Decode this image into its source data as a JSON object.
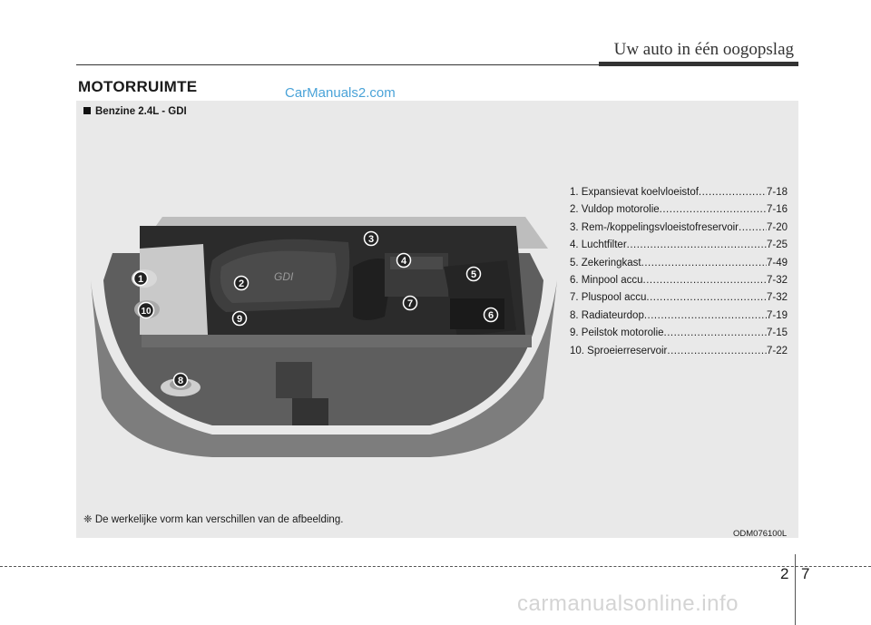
{
  "header": {
    "title": "Uw auto in één oogopslag"
  },
  "section_title": "MOTORRUIMTE",
  "watermark_top": "CarManuals2.com",
  "variant_label": "Benzine 2.4L - GDI",
  "callouts": [
    "1",
    "2",
    "3",
    "4",
    "5",
    "6",
    "7",
    "8",
    "9",
    "10"
  ],
  "legend": [
    {
      "label": "1. Expansievat koelvloeistof",
      "page": "7-18"
    },
    {
      "label": "2. Vuldop motorolie",
      "page": "7-16"
    },
    {
      "label": "3. Rem-/koppelingsvloeistofreservoir",
      "page": "7-20"
    },
    {
      "label": "4. Luchtfilter",
      "page": "7-25"
    },
    {
      "label": "5. Zekeringkast",
      "page": "7-49"
    },
    {
      "label": "6. Minpool accu",
      "page": "7-32"
    },
    {
      "label": "7. Pluspool accu",
      "page": "7-32"
    },
    {
      "label": "8. Radiateurdop",
      "page": "7-19"
    },
    {
      "label": "9. Peilstok motorolie",
      "page": "7-15"
    },
    {
      "label": "10. Sproeierreservoir",
      "page": "7-22"
    }
  ],
  "note": "❈ De werkelijke vorm kan verschillen van de afbeelding.",
  "image_code": "ODM076100L",
  "page_number": {
    "chapter": "2",
    "page": "7"
  },
  "watermark_bottom": "carmanualsonline.info",
  "engine_badge": "GDI"
}
